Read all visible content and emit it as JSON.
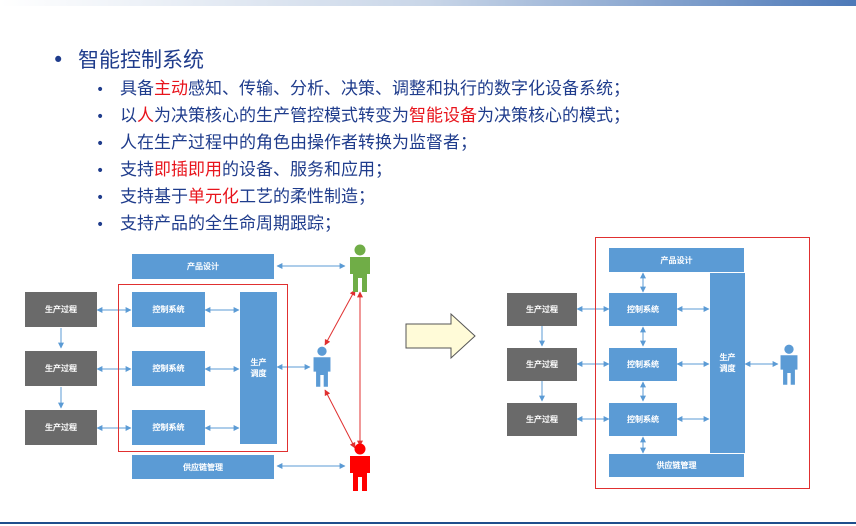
{
  "title": "智能控制系统",
  "bullets": [
    {
      "parts": [
        {
          "t": "具备",
          "hl": false
        },
        {
          "t": "主动",
          "hl": true
        },
        {
          "t": "感知、传输、分析、决策、调整和执行的数字化设备系统；",
          "hl": false
        }
      ]
    },
    {
      "parts": [
        {
          "t": "以",
          "hl": false
        },
        {
          "t": "人",
          "hl": true
        },
        {
          "t": "为决策核心的生产管控模式转变为",
          "hl": false
        },
        {
          "t": "智能设备",
          "hl": true
        },
        {
          "t": "为决策核心的模式；",
          "hl": false
        }
      ]
    },
    {
      "parts": [
        {
          "t": "人在生产过程中的角色由操作者转换为监督者；",
          "hl": false
        }
      ]
    },
    {
      "parts": [
        {
          "t": "支持",
          "hl": false
        },
        {
          "t": "即插即用",
          "hl": true
        },
        {
          "t": "的设备、服务和应用；",
          "hl": false
        }
      ]
    },
    {
      "parts": [
        {
          "t": "支持基于",
          "hl": false
        },
        {
          "t": "单元化",
          "hl": true
        },
        {
          "t": "工艺的柔性制造；",
          "hl": false
        }
      ]
    },
    {
      "parts": [
        {
          "t": "支持产品的全生命周期跟踪；",
          "hl": false
        }
      ]
    }
  ],
  "left_diagram": {
    "product_design": "产品设计",
    "supply_chain": "供应链管理",
    "scheduling": "生产\n调度",
    "production": [
      "生产过程",
      "生产过程",
      "生产过程"
    ],
    "control": [
      "控制系统",
      "控制系统",
      "控制系统"
    ]
  },
  "right_diagram": {
    "product_design": "产品设计",
    "supply_chain": "供应链管理",
    "scheduling": "生产\n调度",
    "production": [
      "生产过程",
      "生产过程",
      "生产过程"
    ],
    "control": [
      "控制系统",
      "控制系统",
      "控制系统"
    ]
  },
  "colors": {
    "box_blue": "#5b9bd5",
    "box_gray": "#6a6a6a",
    "highlight": "#e8141c",
    "text": "#1f3c8c",
    "person_green": "#70ad47",
    "person_blue": "#5b9bd5",
    "person_red": "#ff0000"
  },
  "icons": [
    "person-green-icon",
    "person-blue-icon",
    "person-red-icon",
    "right-arrow-icon"
  ]
}
